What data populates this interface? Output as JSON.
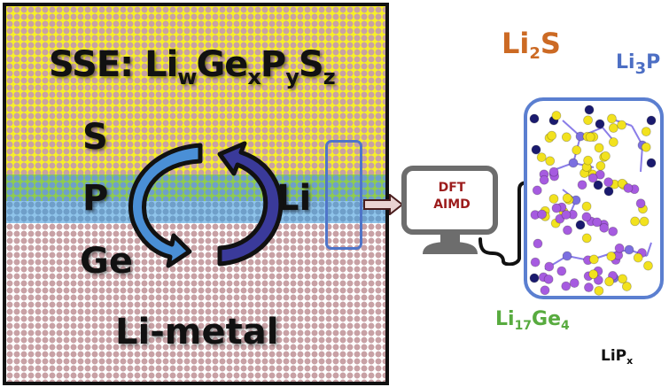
{
  "figure": {
    "main_panel": {
      "sse_title": {
        "prefix": "SSE: ",
        "parts": [
          {
            "element": "Li",
            "sub": "w"
          },
          {
            "element": "Ge",
            "sub": "x"
          },
          {
            "element": "P",
            "sub": "y"
          },
          {
            "element": "S",
            "sub": "z"
          }
        ]
      },
      "elements": {
        "s": "S",
        "p": "P",
        "li": "Li",
        "ge": "Ge"
      },
      "metal_label": "Li-metal",
      "layers": [
        "SSE",
        "interface",
        "Li-metal"
      ],
      "colors": {
        "sse_layer": "#f7ef2a",
        "interface_green": "#8fcc4e",
        "interface_blue": "#8fc4ea",
        "metal_layer": "#c8a1a5",
        "arrow_light": "#4a8fd6",
        "arrow_dark": "#3a3a9a"
      }
    },
    "computer": {
      "line1": "DFT",
      "line2": "AIMD",
      "text_color": "#9c1c1c"
    },
    "phases": {
      "li2s": {
        "main": "Li",
        "sub": "2",
        "tail": "S",
        "color": "#cc6a24"
      },
      "li3p": {
        "main": "Li",
        "sub": "3",
        "tail": "P",
        "color": "#4d6fc4"
      },
      "li17ge4": {
        "main": "Li",
        "sub1": "17",
        "mid": "Ge",
        "sub2": "4",
        "color": "#58ab3f"
      },
      "lipx": {
        "main": "LiP",
        "sub": "x",
        "color": "#111111"
      }
    },
    "atom_colors": {
      "sulfur": "#f2e21e",
      "phosphorus": "#7b6fe0",
      "lithium": "#a65be0",
      "germanium": "#1a1a6e"
    }
  }
}
